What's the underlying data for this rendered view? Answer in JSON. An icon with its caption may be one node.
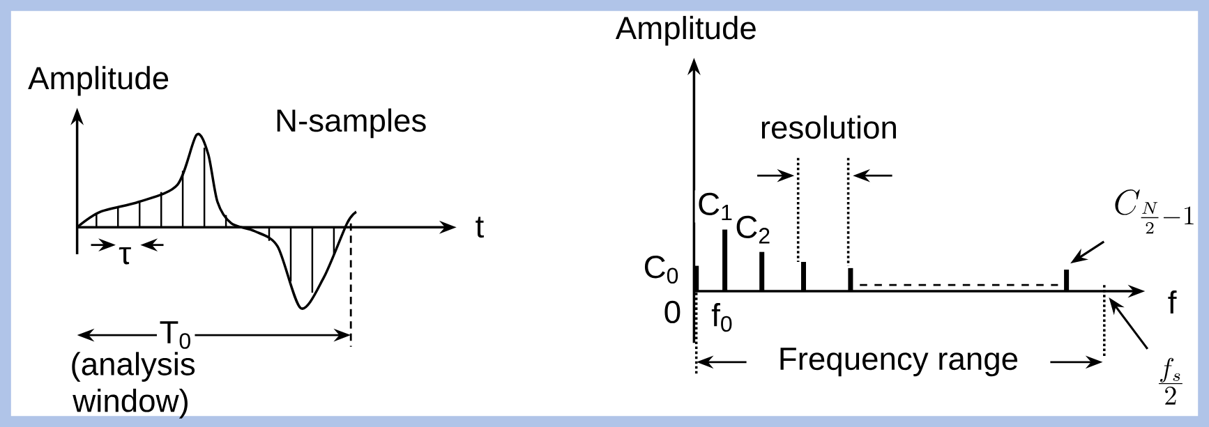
{
  "diagram": {
    "nodes": [
      {
        "text": [
          "C_{\\frac{N}{2}-1}"
        ]
      },
      {
        "text": [
          "\\frac{f_{s}}{2}"
        ]
      }
    ],
    "edges": [
      {
        "from": 0,
        "to": null,
        "arrow": "to"
      },
      {
        "from": 1,
        "to": null,
        "arrow": "to"
      }
    ],
    "labels": [
      "Amplitude",
      "N-samples",
      "t",
      "τ",
      "T$_{0}$",
      "(analysis window)",
      "Amplitude",
      "resolution",
      "C$_{1}$",
      "C$_{2}$",
      "C$_{0}$",
      "0",
      "f$_{0}$",
      "f",
      "Frequency range"
    ]
  }
}
